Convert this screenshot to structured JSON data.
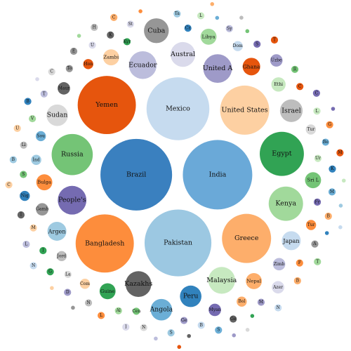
{
  "chart_data": {
    "type": "bubble",
    "bubbles": [
      {
        "label": "Brazil",
        "value": 100,
        "color": "#3a80bf"
      },
      {
        "label": "India",
        "value": 94,
        "color": "#6aa9d8"
      },
      {
        "label": "Pakistan",
        "value": 87,
        "color": "#9cc8e2"
      },
      {
        "label": "Mexico",
        "value": 77,
        "color": "#c6dbef"
      },
      {
        "label": "Yemen",
        "value": 66,
        "color": "#e6550d"
      },
      {
        "label": "Bangladesh",
        "value": 66,
        "color": "#fd8d3c"
      },
      {
        "label": "United States",
        "value": 47,
        "color": "#fdd0a2"
      },
      {
        "label": "Greece",
        "value": 47,
        "color": "#fdae6b"
      },
      {
        "label": "Egypt",
        "value": 38,
        "color": "#31a354"
      },
      {
        "label": "Russia",
        "value": 33,
        "color": "#74c476"
      },
      {
        "label": "Kenya",
        "value": 23,
        "color": "#a1d99b"
      },
      {
        "label": "Malaysia",
        "value": 14,
        "color": "#c7e9c0"
      },
      {
        "label": "People's",
        "value": 16,
        "color": "#756bb1"
      },
      {
        "label": "United A",
        "value": 16,
        "color": "#9e9ac8"
      },
      {
        "label": "Ecuador",
        "value": 15,
        "color": "#bcbddc"
      },
      {
        "label": "Austral",
        "value": 12,
        "color": "#dadaeb"
      },
      {
        "label": "Kazakhs",
        "value": 13,
        "color": "#636363"
      },
      {
        "label": "Cuba",
        "value": 12,
        "color": "#969696"
      },
      {
        "label": "Israel",
        "value": 10,
        "color": "#bdbdbd"
      },
      {
        "label": "Sudan",
        "value": 9,
        "color": "#d9d9d9"
      },
      {
        "label": "Peru",
        "value": 9,
        "color": "#3182bd"
      },
      {
        "label": "Angola",
        "value": 9,
        "color": "#6baed6"
      },
      {
        "label": "Argen",
        "value": 7,
        "color": "#9ecae1"
      },
      {
        "label": "Japan",
        "value": 7,
        "color": "#c6dbef"
      },
      {
        "label": "Ghana",
        "value": 6,
        "color": "#e6550d"
      },
      {
        "label": "Bulga",
        "value": 5,
        "color": "#fd8d3c"
      },
      {
        "label": "Nepal",
        "value": 5,
        "color": "#fdae6b"
      },
      {
        "label": "Zambi",
        "value": 5,
        "color": "#fdd0a2"
      },
      {
        "label": "Guine",
        "value": 5,
        "color": "#31a354"
      },
      {
        "label": "Sri L",
        "value": 5,
        "color": "#74c476"
      },
      {
        "label": "Libya",
        "value": 5,
        "color": "#a1d99b"
      },
      {
        "label": "Ethi",
        "value": 4,
        "color": "#c7e9c0"
      },
      {
        "label": "Myan",
        "value": 3,
        "color": "#756bb1"
      },
      {
        "label": "Uzbe",
        "value": 3,
        "color": "#9e9ac8"
      },
      {
        "label": "Zimb",
        "value": 3,
        "color": "#bcbddc"
      },
      {
        "label": "Azer",
        "value": 3,
        "color": "#dadaeb"
      },
      {
        "label": "Maur",
        "value": 3,
        "color": "#636363"
      },
      {
        "label": "Gamb",
        "value": 3,
        "color": "#969696"
      },
      {
        "label": "Jord",
        "value": 2,
        "color": "#bdbdbd"
      },
      {
        "label": "Tur",
        "value": 2,
        "color": "#d9d9d9"
      },
      {
        "label": "Nig",
        "value": 2,
        "color": "#3182bd"
      },
      {
        "label": "Sou",
        "value": 2,
        "color": "#6baed6"
      },
      {
        "label": "Ind",
        "value": 2,
        "color": "#9ecae1"
      },
      {
        "label": "Dom",
        "value": 2,
        "color": "#c6dbef"
      },
      {
        "label": "Hon",
        "value": 2,
        "color": "#e6550d"
      },
      {
        "label": "Tur",
        "value": 2,
        "color": "#fd8d3c"
      },
      {
        "label": "Bol",
        "value": 2,
        "color": "#fdae6b"
      },
      {
        "label": "Com",
        "value": 2,
        "color": "#fdd0a2"
      },
      {
        "label": "Kyr",
        "value": 1,
        "color": "#31a354"
      },
      {
        "label": "Cen",
        "value": 1,
        "color": "#74c476"
      },
      {
        "label": "Al",
        "value": 1,
        "color": "#a1d99b"
      },
      {
        "label": "Ur",
        "value": 1,
        "color": "#c7e9c0"
      },
      {
        "label": "Fr",
        "value": 1,
        "color": "#756bb1"
      },
      {
        "label": "Ge",
        "value": 1,
        "color": "#9e9ac8"
      },
      {
        "label": "Sy",
        "value": 1,
        "color": "#bcbddc"
      },
      {
        "label": "St",
        "value": 1,
        "color": "#dadaeb"
      },
      {
        "label": "Ge",
        "value": 1,
        "color": "#636363"
      },
      {
        "label": "To",
        "value": 1,
        "color": "#969696"
      },
      {
        "label": "Li",
        "value": 1,
        "color": "#bdbdbd"
      },
      {
        "label": "La",
        "value": 1,
        "color": "#d9d9d9"
      },
      {
        "label": "Cz",
        "value": 1,
        "color": "#3182bd"
      },
      {
        "label": "Be",
        "value": 1,
        "color": "#6baed6"
      },
      {
        "label": "Ta",
        "value": 1,
        "color": "#9ecae1"
      },
      {
        "label": "B",
        "value": 1,
        "color": "#c6dbef"
      },
      {
        "label": "C",
        "value": 1,
        "color": "#e6550d"
      },
      {
        "label": "F",
        "value": 1,
        "color": "#fd8d3c"
      },
      {
        "label": "B",
        "value": 1,
        "color": "#fdae6b"
      },
      {
        "label": "M",
        "value": 1,
        "color": "#fdd0a2"
      },
      {
        "label": "I",
        "value": 1,
        "color": "#31a354"
      },
      {
        "label": "S",
        "value": 1,
        "color": "#74c476"
      },
      {
        "label": "V",
        "value": 1,
        "color": "#a1d99b"
      },
      {
        "label": "L",
        "value": 1,
        "color": "#c7e9c0"
      },
      {
        "label": "S",
        "value": 1,
        "color": "#756bb1"
      },
      {
        "label": "M",
        "value": 1,
        "color": "#9e9ac8"
      },
      {
        "label": "T",
        "value": 1,
        "color": "#bcbddc"
      },
      {
        "label": "U",
        "value": 1,
        "color": "#dadaeb"
      },
      {
        "label": "K",
        "value": 1,
        "color": "#636363"
      },
      {
        "label": "A",
        "value": 1,
        "color": "#969696"
      },
      {
        "label": "N",
        "value": 1,
        "color": "#bdbdbd"
      },
      {
        "label": "N",
        "value": 1,
        "color": "#d9d9d9"
      },
      {
        "label": "K",
        "value": 1,
        "color": "#3182bd"
      },
      {
        "label": "M",
        "value": 1,
        "color": "#6baed6"
      },
      {
        "label": "S",
        "value": 1,
        "color": "#9ecae1"
      },
      {
        "label": "N",
        "value": 1,
        "color": "#c6dbef"
      },
      {
        "label": "T",
        "value": 1,
        "color": "#e6550d"
      },
      {
        "label": "L",
        "value": 1,
        "color": "#fd8d3c"
      },
      {
        "label": "B",
        "value": 1,
        "color": "#fdae6b"
      },
      {
        "label": "C",
        "value": 1,
        "color": "#fdd0a2"
      },
      {
        "label": "G",
        "value": 1,
        "color": "#31a354"
      },
      {
        "label": "R",
        "value": 1,
        "color": "#74c476"
      },
      {
        "label": "T",
        "value": 1,
        "color": "#a1d99b"
      },
      {
        "label": "L",
        "value": 1,
        "color": "#c7e9c0"
      },
      {
        "label": "C",
        "value": 1,
        "color": "#756bb1"
      },
      {
        "label": "D",
        "value": 1,
        "color": "#9e9ac8"
      },
      {
        "label": "L",
        "value": 1,
        "color": "#bcbddc"
      },
      {
        "label": "I",
        "value": 1,
        "color": "#dadaeb"
      },
      {
        "label": "I",
        "value": 1,
        "color": "#636363"
      },
      {
        "label": "E",
        "value": 1,
        "color": "#969696"
      },
      {
        "label": "H",
        "value": 1,
        "color": "#bdbdbd"
      },
      {
        "label": "C",
        "value": 1,
        "color": "#d9d9d9"
      },
      {
        "label": "B",
        "value": 1,
        "color": "#3182bd"
      },
      {
        "label": "S",
        "value": 1,
        "color": "#6baed6"
      },
      {
        "label": "B",
        "value": 1,
        "color": "#9ecae1"
      },
      {
        "label": "N",
        "value": 1,
        "color": "#c6dbef"
      },
      {
        "label": "M",
        "value": 1,
        "color": "#e6550d"
      },
      {
        "label": "G",
        "value": 1,
        "color": "#fd8d3c"
      },
      {
        "label": "C",
        "value": 1,
        "color": "#fdae6b"
      },
      {
        "label": "U",
        "value": 1,
        "color": "#fdd0a2"
      },
      {
        "label": "",
        "value": 0.3,
        "color": "#31a354"
      },
      {
        "label": "",
        "value": 0.3,
        "color": "#74c476"
      },
      {
        "label": "",
        "value": 0.3,
        "color": "#a1d99b"
      },
      {
        "label": "",
        "value": 0.3,
        "color": "#c7e9c0"
      },
      {
        "label": "",
        "value": 0.3,
        "color": "#756bb1"
      },
      {
        "label": "",
        "value": 0.3,
        "color": "#9e9ac8"
      },
      {
        "label": "",
        "value": 0.3,
        "color": "#bcbddc"
      },
      {
        "label": "",
        "value": 0.3,
        "color": "#dadaeb"
      },
      {
        "label": "",
        "value": 0.3,
        "color": "#636363"
      },
      {
        "label": "",
        "value": 0.3,
        "color": "#969696"
      },
      {
        "label": "",
        "value": 0.3,
        "color": "#bdbdbd"
      },
      {
        "label": "",
        "value": 0.3,
        "color": "#d9d9d9"
      },
      {
        "label": "",
        "value": 0.3,
        "color": "#3182bd"
      },
      {
        "label": "",
        "value": 0.3,
        "color": "#6baed6"
      },
      {
        "label": "",
        "value": 0.3,
        "color": "#9ecae1"
      },
      {
        "label": "",
        "value": 0.3,
        "color": "#c6dbef"
      },
      {
        "label": "",
        "value": 0.3,
        "color": "#e6550d"
      },
      {
        "label": "",
        "value": 0.3,
        "color": "#fd8d3c"
      },
      {
        "label": "",
        "value": 0.3,
        "color": "#fdae6b"
      },
      {
        "label": "",
        "value": 0.3,
        "color": "#fdd0a2"
      }
    ]
  }
}
